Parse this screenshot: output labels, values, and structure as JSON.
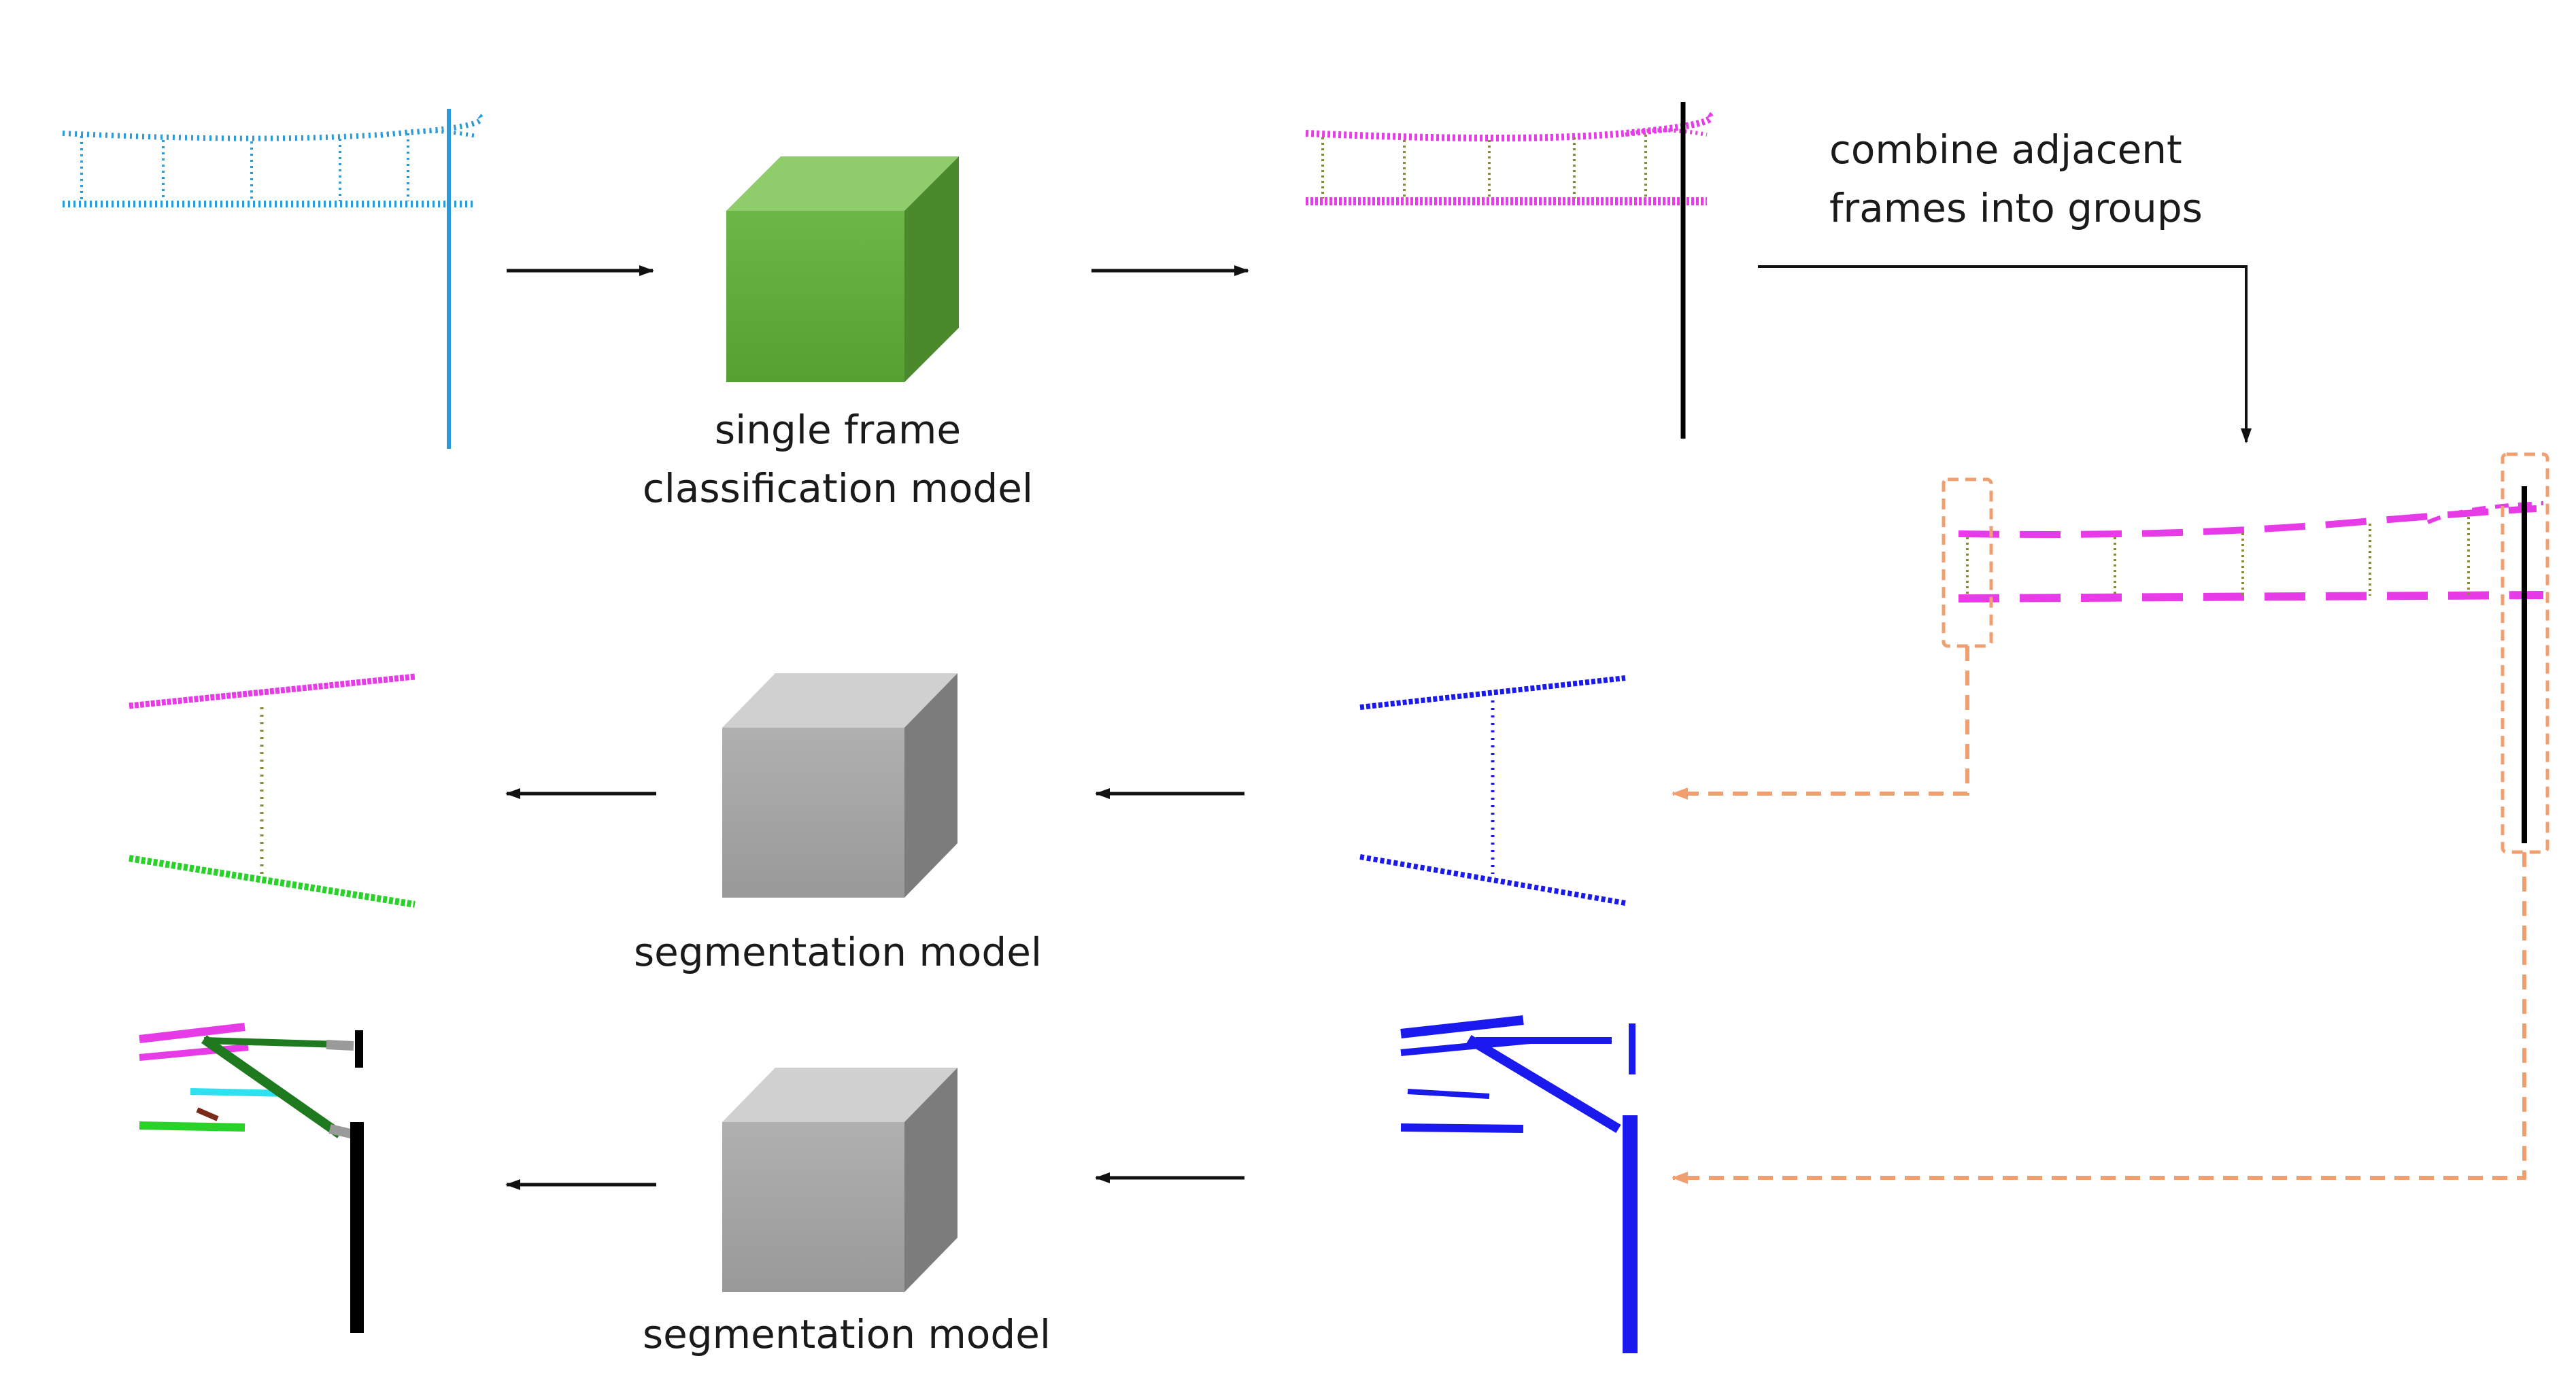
{
  "labels": {
    "classification_line1": "single frame",
    "classification_line2": "classification model",
    "combine_line1": "combine adjacent",
    "combine_line2": "frames into groups",
    "segmentation_mid": "segmentation model",
    "segmentation_bottom": "segmentation model"
  },
  "colors": {
    "raw_cloud": "#2a9ad8",
    "catenary": "#e83be8",
    "dropper": "#8a8a3a",
    "pole": "#000000",
    "group_cloud": "#1a1aee",
    "contact_wire": "#28d228",
    "cantilever": "#1f7a1f",
    "insulator": "#9a9a9a",
    "cyan_part": "#2fe0f0",
    "brown_part": "#7a2a18",
    "classification_box": "#5fa83a",
    "segmentation_box": "#9e9e9e",
    "flow_arrow": "#111111",
    "group_link": "#f0a070"
  },
  "icons": {
    "classification_model": "green-cube-icon",
    "segmentation_model": "gray-cube-icon"
  }
}
